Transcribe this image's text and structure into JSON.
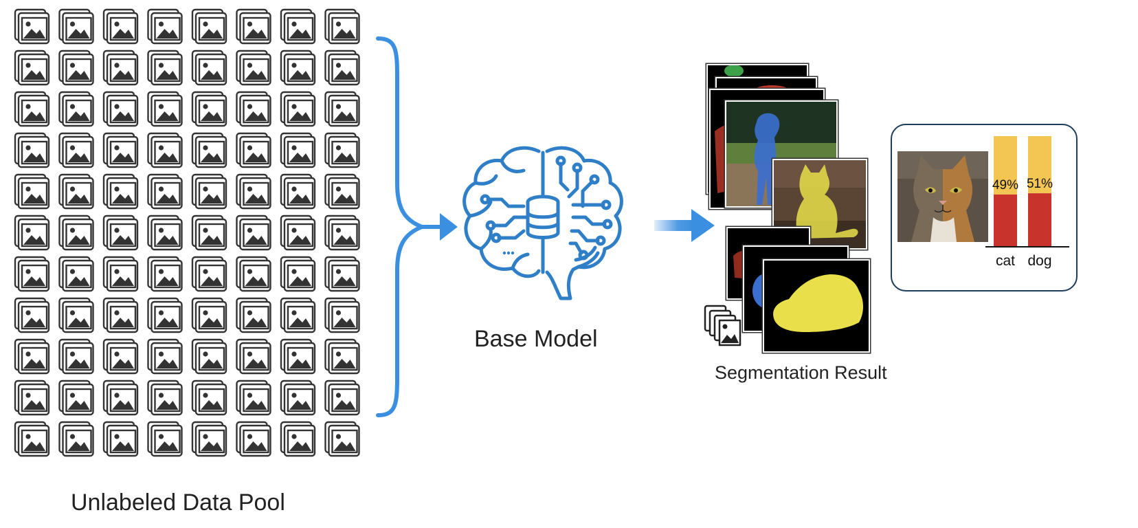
{
  "labels": {
    "pool": "Unlabeled Data Pool",
    "model": "Base Model",
    "segmentation": "Segmentation Result"
  },
  "icons": {
    "pool_tile": "image-stack-icon",
    "brain": "brain-circuit-icon",
    "arrow": "arrow-right-icon",
    "bracket": "curly-brace-icon",
    "small_stack": "image-stack-icon"
  },
  "colors": {
    "arrow_blue": "#3b8fe0",
    "brain_blue": "#2f7fc8",
    "seg_yellow": "#e8df4a",
    "seg_blue": "#3a6fd0",
    "seg_red": "#c0392b",
    "bar_top": "#f3c653",
    "bar_bottom": "#c8342c",
    "box_border": "#1d3b5a"
  },
  "prediction": {
    "bars": [
      {
        "label": "cat",
        "value": 49,
        "value_text": "49%"
      },
      {
        "label": "dog",
        "value": 51,
        "value_text": "51%"
      }
    ]
  }
}
